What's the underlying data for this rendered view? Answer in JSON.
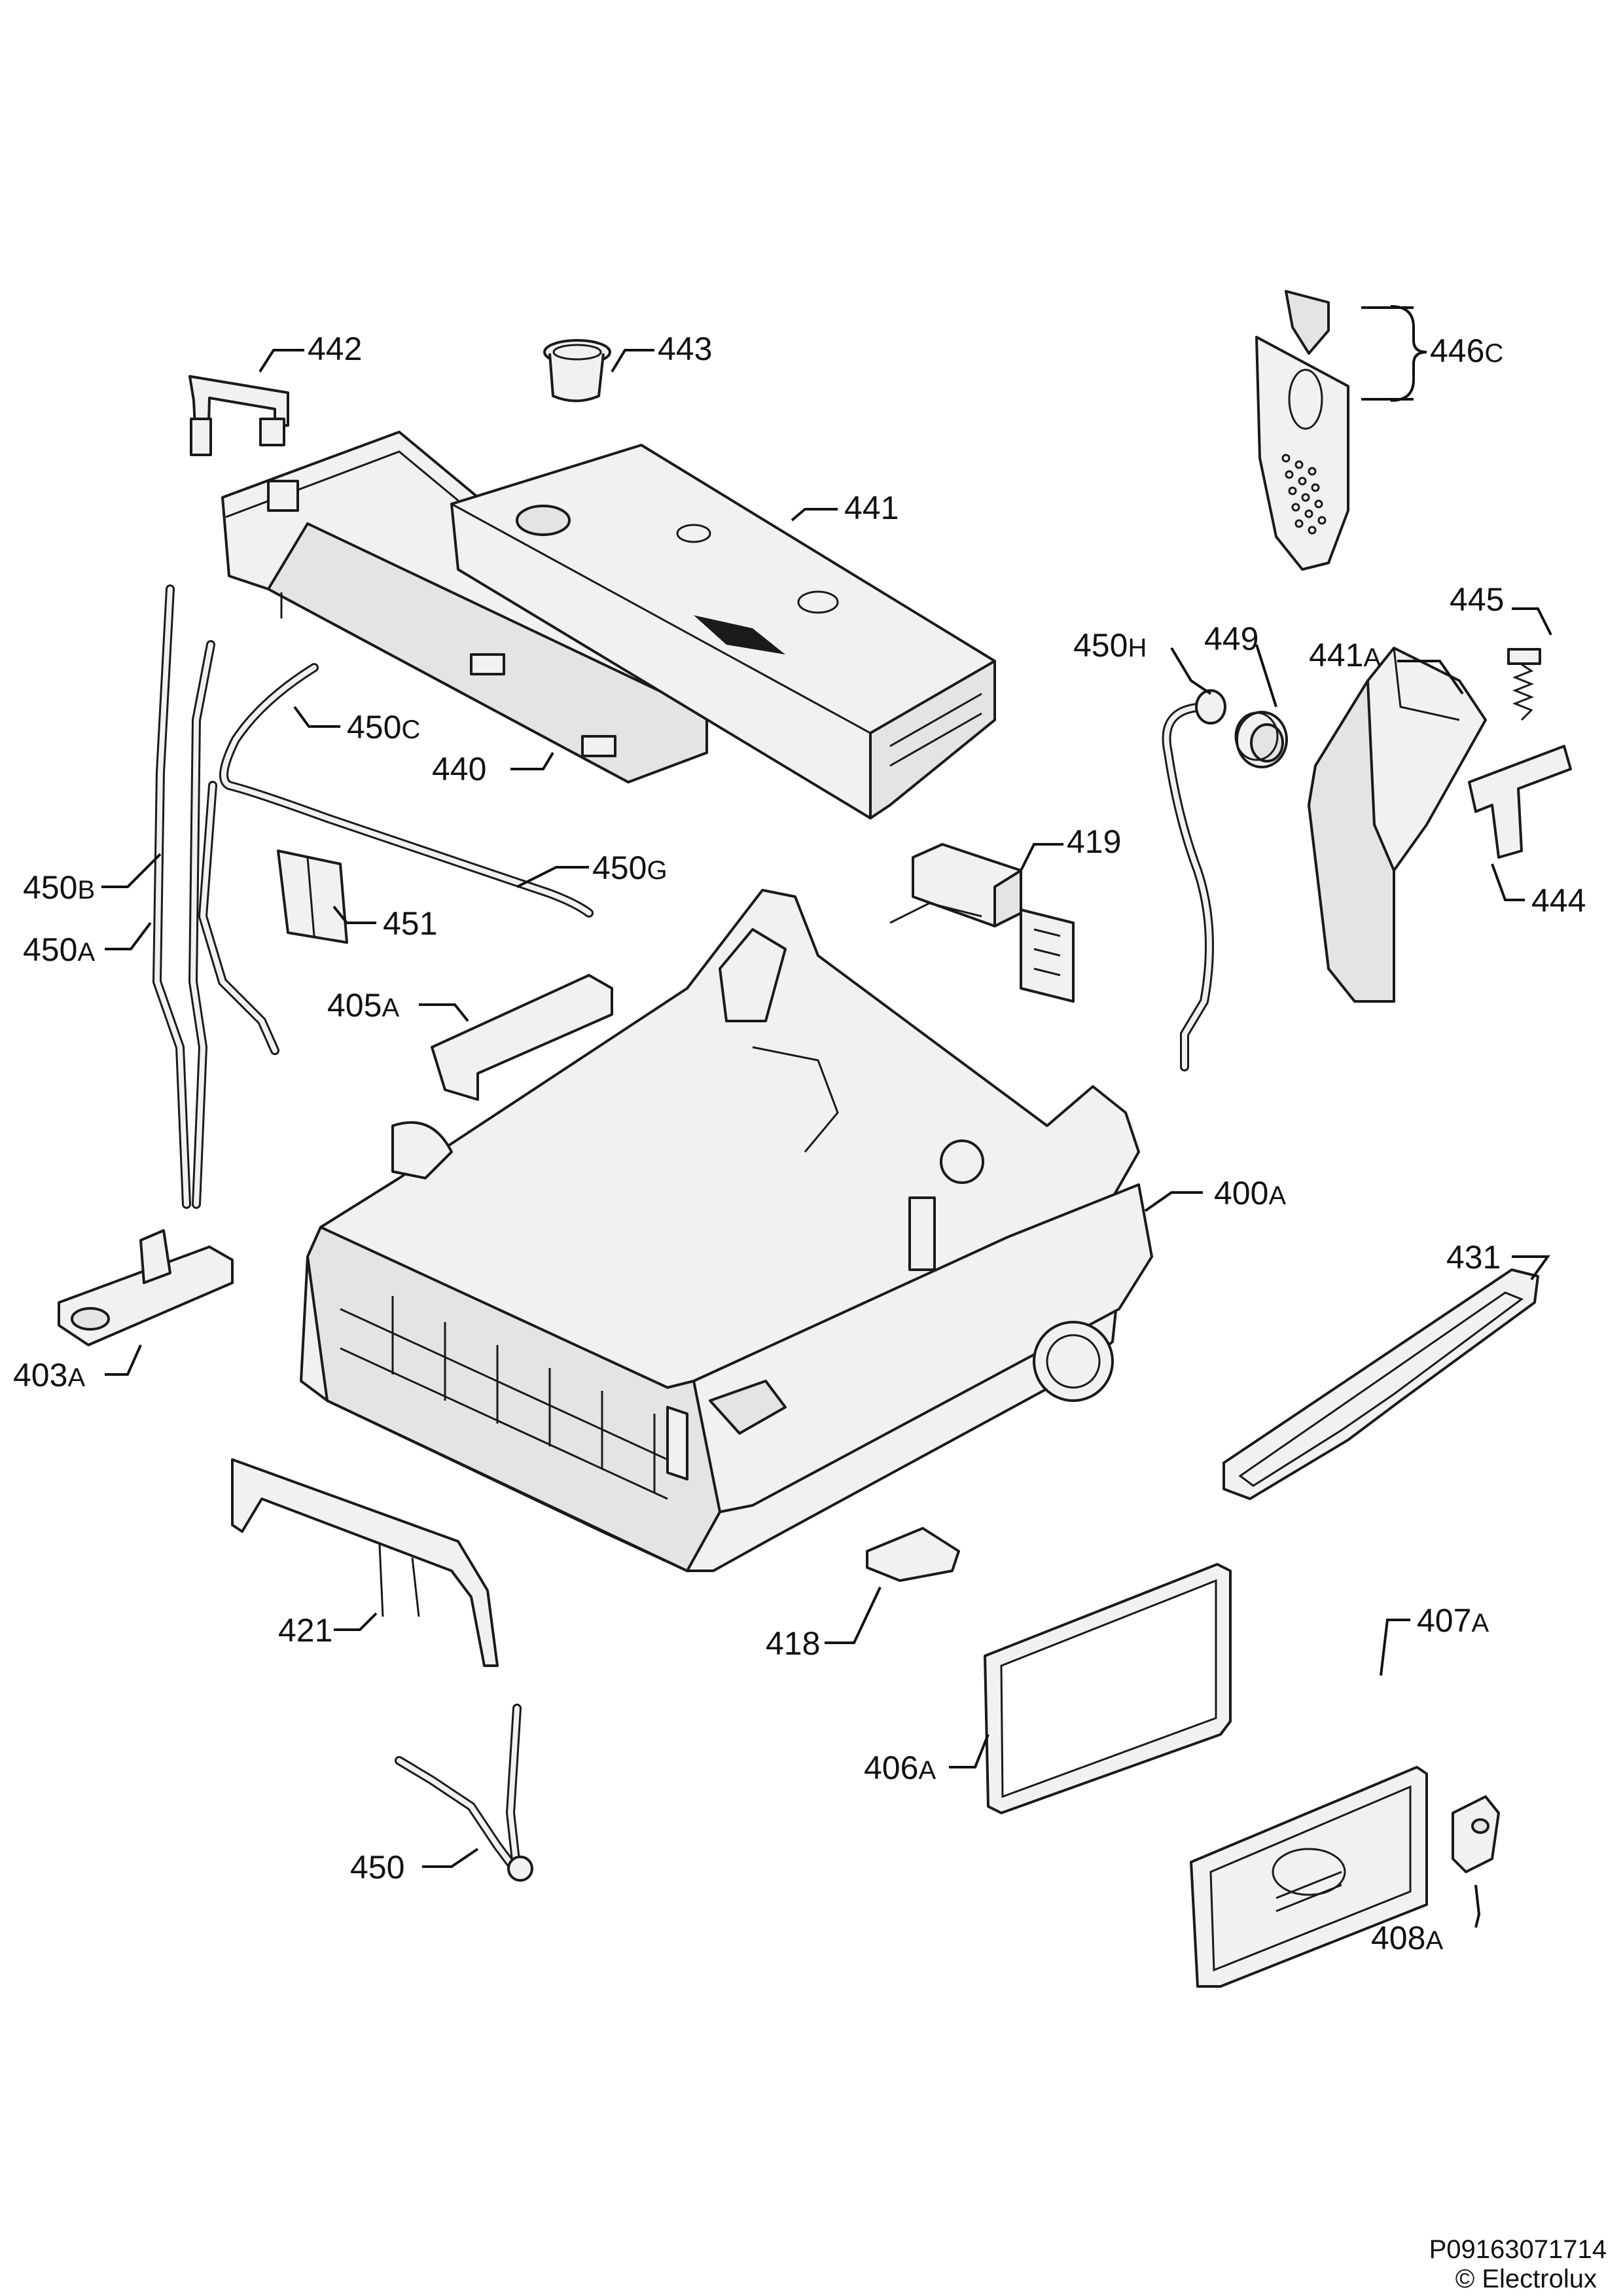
{
  "labels": [
    {
      "id": "442",
      "num": "442",
      "suffix": ""
    },
    {
      "id": "443",
      "num": "443",
      "suffix": ""
    },
    {
      "id": "446c",
      "num": "446",
      "suffix": "C"
    },
    {
      "id": "441",
      "num": "441",
      "suffix": ""
    },
    {
      "id": "445",
      "num": "445",
      "suffix": ""
    },
    {
      "id": "450h",
      "num": "450",
      "suffix": "H"
    },
    {
      "id": "449",
      "num": "449",
      "suffix": ""
    },
    {
      "id": "441a",
      "num": "441",
      "suffix": "A"
    },
    {
      "id": "450c",
      "num": "450",
      "suffix": "C"
    },
    {
      "id": "440",
      "num": "440",
      "suffix": ""
    },
    {
      "id": "419",
      "num": "419",
      "suffix": ""
    },
    {
      "id": "444",
      "num": "444",
      "suffix": ""
    },
    {
      "id": "450g",
      "num": "450",
      "suffix": "G"
    },
    {
      "id": "450b",
      "num": "450",
      "suffix": "B"
    },
    {
      "id": "451",
      "num": "451",
      "suffix": ""
    },
    {
      "id": "450a",
      "num": "450",
      "suffix": "A"
    },
    {
      "id": "405a",
      "num": "405",
      "suffix": "A"
    },
    {
      "id": "400a",
      "num": "400",
      "suffix": "A"
    },
    {
      "id": "431",
      "num": "431",
      "suffix": ""
    },
    {
      "id": "403a",
      "num": "403",
      "suffix": "A"
    },
    {
      "id": "421",
      "num": "421",
      "suffix": ""
    },
    {
      "id": "418",
      "num": "418",
      "suffix": ""
    },
    {
      "id": "407a",
      "num": "407",
      "suffix": "A"
    },
    {
      "id": "406a",
      "num": "406",
      "suffix": "A"
    },
    {
      "id": "450",
      "num": "450",
      "suffix": ""
    },
    {
      "id": "408a",
      "num": "408",
      "suffix": "A"
    }
  ],
  "footer": {
    "code": "P09163071714",
    "copyright": "© Electrolux"
  }
}
